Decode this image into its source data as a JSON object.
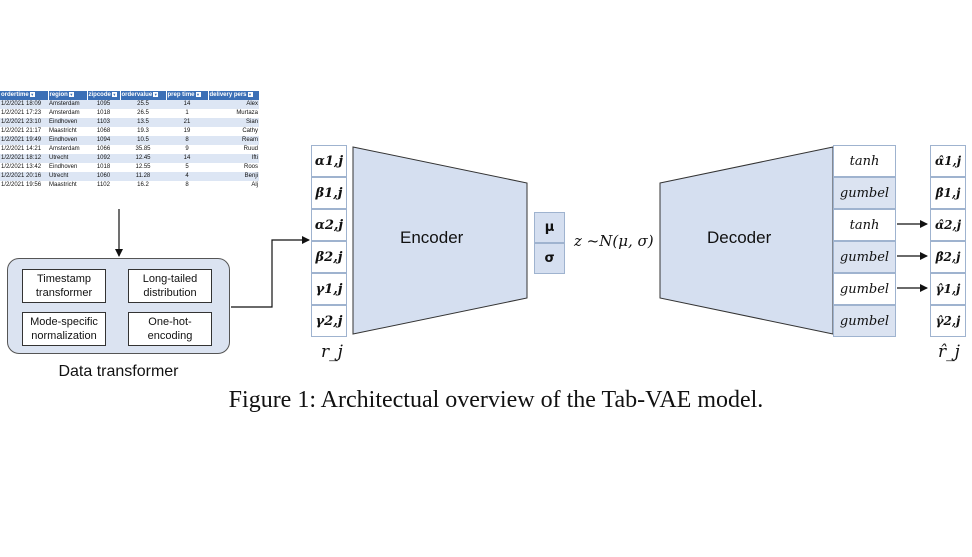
{
  "table": {
    "headers": [
      "ordertime",
      "region",
      "zipcode",
      "ordervalue",
      "prep time",
      "delivery pers"
    ],
    "rows": [
      [
        "1/2/2021 18:09",
        "Amsterdam",
        "1095",
        "25.5",
        "14",
        "Alex"
      ],
      [
        "1/2/2021 17:23",
        "Amsterdam",
        "1018",
        "26.5",
        "1",
        "Murtaza"
      ],
      [
        "1/2/2021 23:10",
        "Eindhoven",
        "1103",
        "13.5",
        "21",
        "Sian"
      ],
      [
        "1/2/2021 21:17",
        "Maastricht",
        "1068",
        "19.3",
        "19",
        "Cathy"
      ],
      [
        "1/2/2021 19:49",
        "Eindhoven",
        "1094",
        "10.5",
        "8",
        "Ream"
      ],
      [
        "1/2/2021 14:21",
        "Amsterdam",
        "1066",
        "35.85",
        "9",
        "Ruud"
      ],
      [
        "1/2/2021 18:12",
        "Utrecht",
        "1092",
        "12.45",
        "14",
        "Ifti"
      ],
      [
        "1/2/2021 13:42",
        "Eindhoven",
        "1018",
        "12.55",
        "5",
        "Roos"
      ],
      [
        "1/2/2021 20:16",
        "Utrecht",
        "1060",
        "11.28",
        "4",
        "Benji"
      ],
      [
        "1/2/2021 19:56",
        "Maastricht",
        "1102",
        "16.2",
        "8",
        "Alj"
      ]
    ]
  },
  "transformer": {
    "label": "Data transformer",
    "boxes": {
      "timestamp": "Timestamp\ntransformer",
      "longtail": "Long-tailed\ndistribution",
      "mode": "Mode-specific\nnormalization",
      "onehot": "One-hot-\nencoding"
    }
  },
  "input_vector": {
    "label": "r_j",
    "cells": [
      "α1,j",
      "β1,j",
      "α2,j",
      "β2,j",
      "γ1,j",
      "γ2,j"
    ]
  },
  "encoder": {
    "label": "Encoder"
  },
  "latent": {
    "mu": "μ",
    "sigma": "σ",
    "formula": "z ~N(μ, σ)"
  },
  "decoder": {
    "label": "Decoder"
  },
  "activations": [
    "tanh",
    "gumbel",
    "tanh",
    "gumbel",
    "gumbel",
    "gumbel"
  ],
  "output_vector": {
    "label": "r̂_j",
    "cells": [
      "α̂1,j",
      "β̂1,j",
      "α̂2,j",
      "β̂2,j",
      "γ̂1,j",
      "γ̂2,j"
    ]
  },
  "caption": "Figure 1: Architectual overview of the Tab-VAE model.",
  "colors": {
    "trapezoid_fill": "#d5dff0",
    "panel_fill": "#dbe3f1",
    "header_blue": "#3b6fb6",
    "cell_border": "#9fb3cf"
  }
}
